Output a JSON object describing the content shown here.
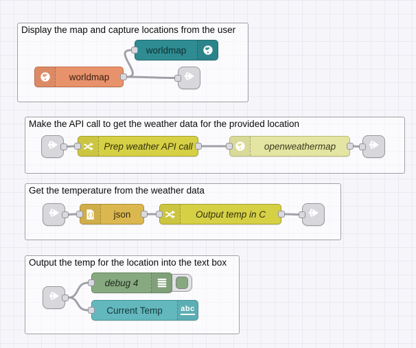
{
  "editor": {
    "name": "flow-editor-canvas"
  },
  "colors": {
    "canvas_bg": "#f6f6fa",
    "grid_line": "#e9e9f0",
    "group_fill": "#fbfbfd",
    "group_border": "#9f9fa5",
    "wire": "#a0a0a8",
    "port_fill": "#d9d9de",
    "link_node_fill": "#d8d8dc",
    "worldmap_out_node": "#2e8c92",
    "worldmap_in_node": "#e8926c",
    "function_node": "#d6d045",
    "openweathermap_node": "#e5e5a3",
    "json_node": "#dbb84f",
    "debug_node": "#87a980",
    "ui_text_node": "#63b8bd"
  },
  "icons": {
    "abc_text": "abc"
  },
  "groups": [
    {
      "title": "Display the map and capture locations from the user",
      "nodes": [
        {
          "label": "worldmap"
        },
        {
          "label": "worldmap"
        },
        {
          "label": ""
        }
      ]
    },
    {
      "title": "Make the API call to get the weather data for the provided location",
      "nodes": [
        {
          "label": ""
        },
        {
          "label": "Prep weather API call"
        },
        {
          "label": "openweathermap"
        },
        {
          "label": ""
        }
      ]
    },
    {
      "title": "Get the temperature from the weather data",
      "nodes": [
        {
          "label": ""
        },
        {
          "label": "json"
        },
        {
          "label": "Output temp in C"
        },
        {
          "label": ""
        }
      ]
    },
    {
      "title": "Output the temp for the location into the text box",
      "nodes": [
        {
          "label": ""
        },
        {
          "label": "debug 4"
        },
        {
          "label": "Current Temp"
        }
      ]
    }
  ]
}
